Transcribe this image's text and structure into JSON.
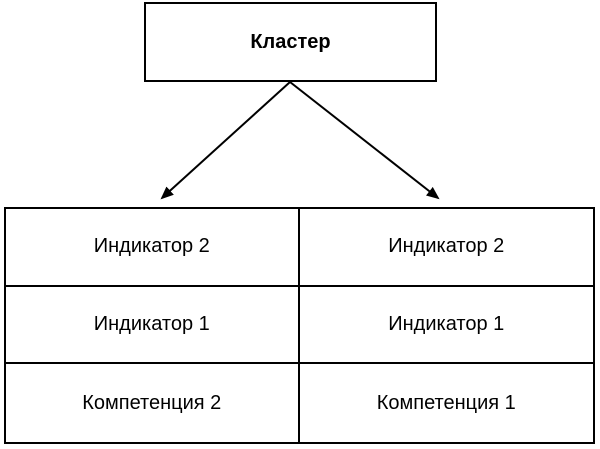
{
  "root_box": {
    "label": "Кластер"
  },
  "table": {
    "rows": [
      {
        "left": "Индикатор 2",
        "right": "Индикатор 2"
      },
      {
        "left": "Индикатор 1",
        "right": "Индикатор 1"
      },
      {
        "left": "Компетенция 2",
        "right": "Компетенция 1"
      }
    ]
  },
  "colors": {
    "line": "#000000",
    "background": "#ffffff",
    "text": "#000000"
  }
}
